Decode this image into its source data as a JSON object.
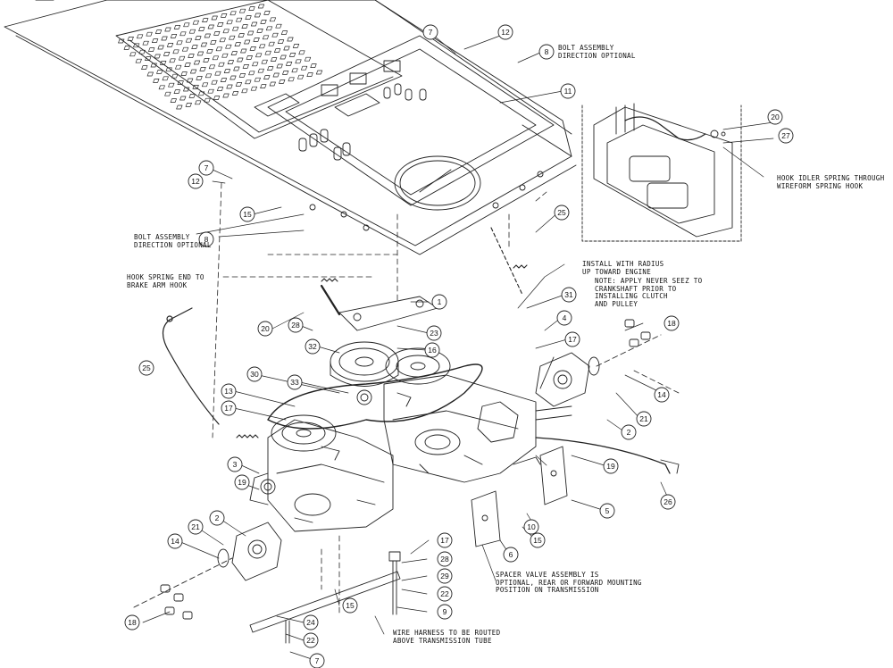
{
  "callouts": [
    {
      "id": "c7a",
      "n": "7"
    },
    {
      "id": "c12a",
      "n": "12"
    },
    {
      "id": "c8a",
      "n": "8"
    },
    {
      "id": "c11",
      "n": "11"
    },
    {
      "id": "c20a",
      "n": "20"
    },
    {
      "id": "c27",
      "n": "27"
    },
    {
      "id": "c7b",
      "n": "7"
    },
    {
      "id": "c12b",
      "n": "12"
    },
    {
      "id": "c15a",
      "n": "15"
    },
    {
      "id": "c8b",
      "n": "8"
    },
    {
      "id": "c25a",
      "n": "25"
    },
    {
      "id": "c1",
      "n": "1"
    },
    {
      "id": "c31",
      "n": "31"
    },
    {
      "id": "c20b",
      "n": "20"
    },
    {
      "id": "c28",
      "n": "28"
    },
    {
      "id": "c23",
      "n": "23"
    },
    {
      "id": "c32",
      "n": "32"
    },
    {
      "id": "c16",
      "n": "16"
    },
    {
      "id": "c4",
      "n": "4"
    },
    {
      "id": "c18a",
      "n": "18"
    },
    {
      "id": "c17a",
      "n": "17"
    },
    {
      "id": "c25b",
      "n": "25"
    },
    {
      "id": "c30",
      "n": "30"
    },
    {
      "id": "c33",
      "n": "33"
    },
    {
      "id": "c13",
      "n": "13"
    },
    {
      "id": "c17b",
      "n": "17"
    },
    {
      "id": "c14a",
      "n": "14"
    },
    {
      "id": "c21a",
      "n": "21"
    },
    {
      "id": "c2a",
      "n": "2"
    },
    {
      "id": "c3",
      "n": "3"
    },
    {
      "id": "c19a",
      "n": "19"
    },
    {
      "id": "c19b",
      "n": "19"
    },
    {
      "id": "c26",
      "n": "26"
    },
    {
      "id": "c5",
      "n": "5"
    },
    {
      "id": "c10",
      "n": "10"
    },
    {
      "id": "c15b",
      "n": "15"
    },
    {
      "id": "c6",
      "n": "6"
    },
    {
      "id": "c21b",
      "n": "21"
    },
    {
      "id": "c2b",
      "n": "2"
    },
    {
      "id": "c14b",
      "n": "14"
    },
    {
      "id": "c17c",
      "n": "17"
    },
    {
      "id": "c28b",
      "n": "28"
    },
    {
      "id": "c29",
      "n": "29"
    },
    {
      "id": "c22a",
      "n": "22"
    },
    {
      "id": "c9",
      "n": "9"
    },
    {
      "id": "c18b",
      "n": "18"
    },
    {
      "id": "c15c",
      "n": "15"
    },
    {
      "id": "c24",
      "n": "24"
    },
    {
      "id": "c22b",
      "n": "22"
    },
    {
      "id": "c7c",
      "n": "7"
    }
  ],
  "notes": {
    "bolt_assembly_top": "BOLT ASSEMBLY\nDIRECTION OPTIONAL",
    "bolt_assembly_left": "BOLT ASSEMBLY\nDIRECTION OPTIONAL",
    "hook_idler": "HOOK IDLER SPRING THROUGH\nWIREFORM SPRING HOOK",
    "hook_spring": "HOOK SPRING END TO\nBRAKE ARM HOOK",
    "install_radius": "INSTALL WITH RADIUS\nUP TOWARD ENGINE",
    "note_never_seez": "NOTE: APPLY NEVER SEEZ TO\nCRANKSHAFT PRIOR TO\nINSTALLING CLUTCH\nAND PULLEY",
    "spacer_valve": "SPACER VALVE ASSEMBLY IS\nOPTIONAL, REAR OR FORWARD MOUNTING\nPOSITION ON TRANSMISSION",
    "wire_harness": "WIRE HARNESS TO BE ROUTED\nABOVE TRANSMISSION TUBE"
  }
}
